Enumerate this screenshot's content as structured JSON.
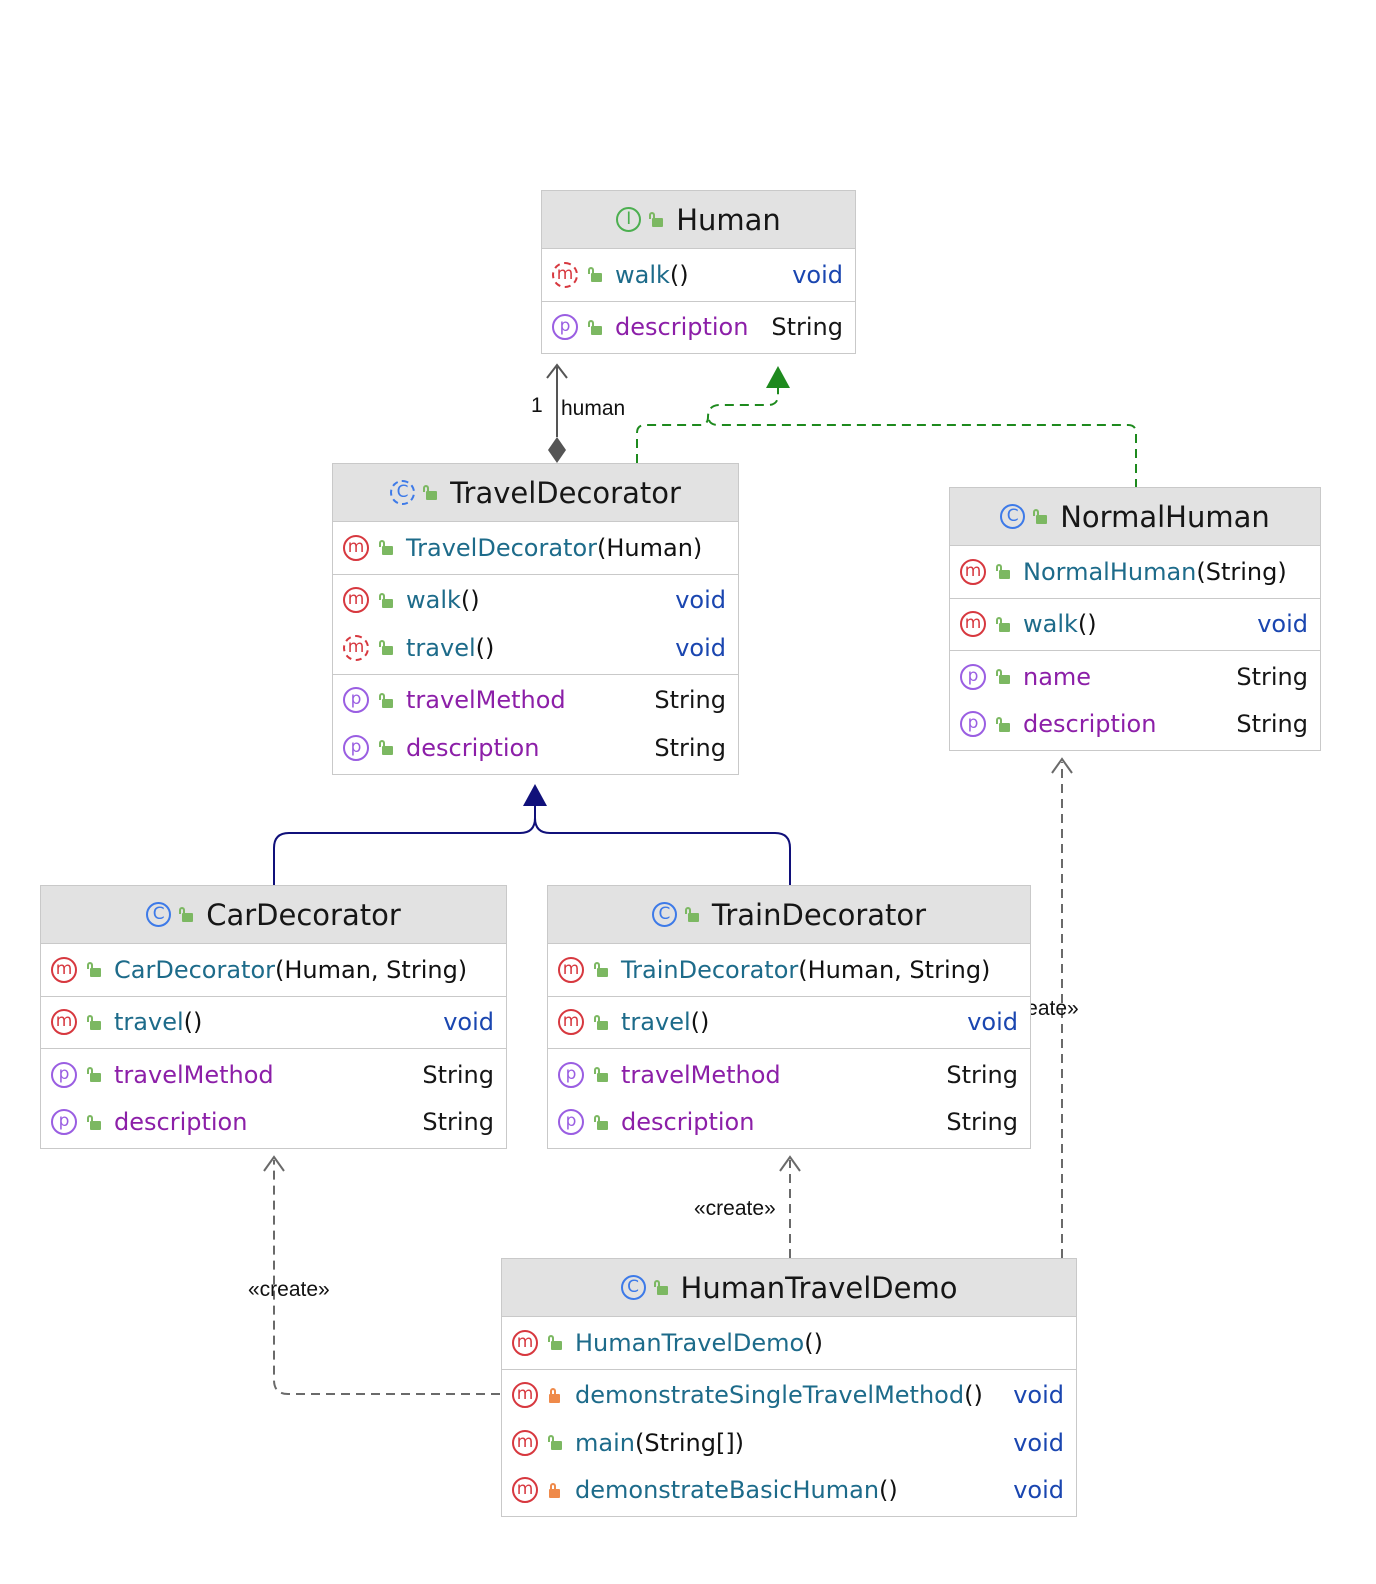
{
  "classes": {
    "human": {
      "kind": "I",
      "name": "Human",
      "methods": [
        {
          "name": "walk",
          "params": "()",
          "type": "void"
        }
      ],
      "properties": [
        {
          "name": "description",
          "type": "String"
        }
      ]
    },
    "travel_decorator": {
      "kind": "C",
      "name": "TravelDecorator",
      "constructor": {
        "name": "TravelDecorator",
        "params": "(Human)"
      },
      "methods": [
        {
          "name": "walk",
          "params": "()",
          "type": "void"
        },
        {
          "name": "travel",
          "params": "()",
          "type": "void"
        }
      ],
      "properties": [
        {
          "name": "travelMethod",
          "type": "String"
        },
        {
          "name": "description",
          "type": "String"
        }
      ]
    },
    "normal_human": {
      "kind": "C",
      "name": "NormalHuman",
      "constructor": {
        "name": "NormalHuman",
        "params": "(String)"
      },
      "methods": [
        {
          "name": "walk",
          "params": "()",
          "type": "void"
        }
      ],
      "properties": [
        {
          "name": "name",
          "type": "String"
        },
        {
          "name": "description",
          "type": "String"
        }
      ]
    },
    "car_decorator": {
      "kind": "C",
      "name": "CarDecorator",
      "constructor": {
        "name": "CarDecorator",
        "params": "(Human, String)"
      },
      "methods": [
        {
          "name": "travel",
          "params": "()",
          "type": "void"
        }
      ],
      "properties": [
        {
          "name": "travelMethod",
          "type": "String"
        },
        {
          "name": "description",
          "type": "String"
        }
      ]
    },
    "train_decorator": {
      "kind": "C",
      "name": "TrainDecorator",
      "constructor": {
        "name": "TrainDecorator",
        "params": "(Human, String)"
      },
      "methods": [
        {
          "name": "travel",
          "params": "()",
          "type": "void"
        }
      ],
      "properties": [
        {
          "name": "travelMethod",
          "type": "String"
        },
        {
          "name": "description",
          "type": "String"
        }
      ]
    },
    "human_travel_demo": {
      "kind": "C",
      "name": "HumanTravelDemo",
      "constructor": {
        "name": "HumanTravelDemo",
        "params": "()"
      },
      "methods": [
        {
          "name": "demonstrateSingleTravelMethod",
          "params": "()",
          "type": "void"
        },
        {
          "name": "main",
          "params": "(String[])",
          "type": "void"
        },
        {
          "name": "demonstrateBasicHuman",
          "params": "()",
          "type": "void"
        }
      ]
    }
  },
  "relations": {
    "composition_multiplicity": "1",
    "composition_role": "human",
    "create_label": "«create»"
  },
  "icons": {
    "method": "m",
    "property": "p",
    "class": "C",
    "interface": "I"
  },
  "colors": {
    "implements_arrow": "#1e8a1e",
    "extends_arrow": "#10107a",
    "dependency_arrow": "#6a6a6a",
    "header_bg": "#e2e2e2"
  }
}
